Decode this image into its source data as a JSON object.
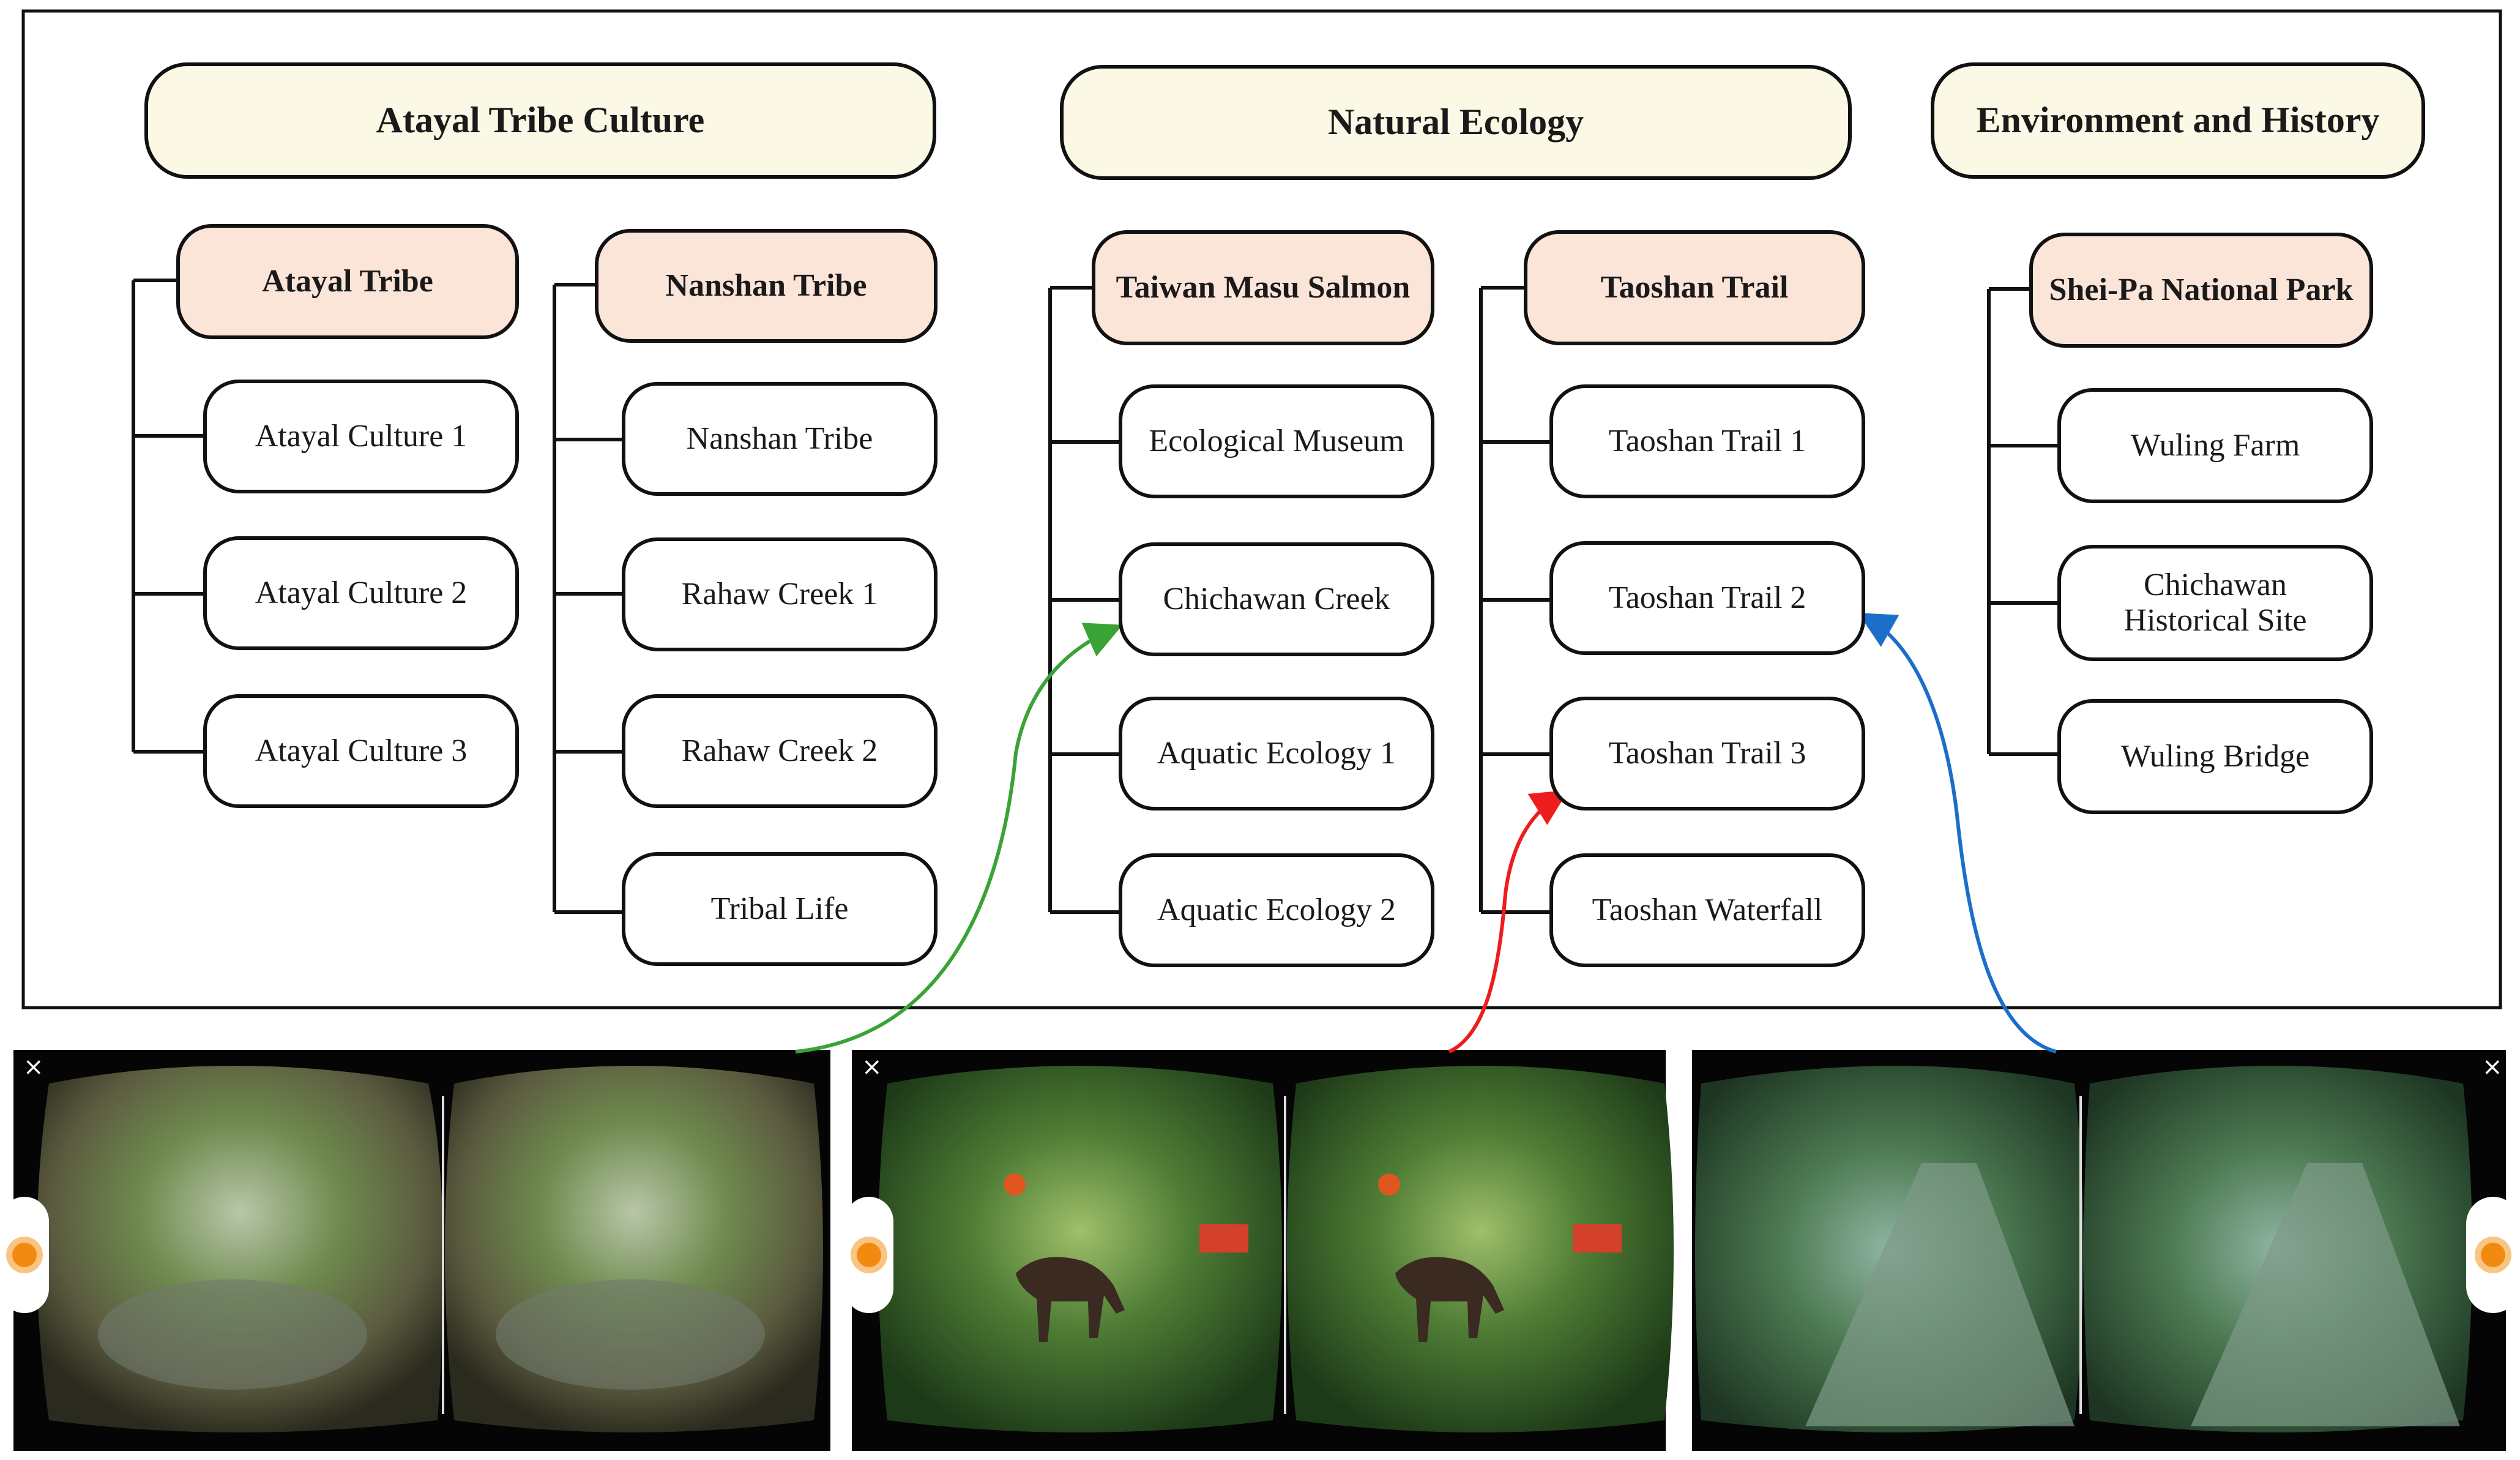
{
  "categories": {
    "atayal": "Atayal Tribe Culture",
    "ecology": "Natural Ecology",
    "history": "Environment and History"
  },
  "groups": {
    "atayal_tribe": {
      "title": "Atayal Tribe",
      "items": [
        "Atayal Culture 1",
        "Atayal Culture 2",
        "Atayal Culture 3"
      ]
    },
    "nanshan_tribe": {
      "title": "Nanshan Tribe",
      "items": [
        "Nanshan Tribe",
        "Rahaw Creek 1",
        "Rahaw Creek 2",
        "Tribal Life"
      ]
    },
    "salmon": {
      "title": "Taiwan Masu Salmon",
      "items": [
        "Ecological Museum",
        "Chichawan Creek",
        "Aquatic Ecology 1",
        "Aquatic Ecology 2"
      ]
    },
    "taoshan": {
      "title": "Taoshan Trail",
      "items": [
        "Taoshan Trail 1",
        "Taoshan Trail 2",
        "Taoshan Trail 3",
        "Taoshan Waterfall"
      ]
    },
    "sheipa": {
      "title": "Shei-Pa National Park",
      "items": [
        "Wuling Farm",
        "Chichawan\nHistorical Site",
        "Wuling Bridge"
      ]
    }
  },
  "vr_views": {
    "close_glyph": "×",
    "scene_1": "Chichawan Creek",
    "scene_2": "Taoshan Trail 3",
    "scene_3": "Taoshan Trail 2"
  },
  "colors": {
    "green_arrow": "#3aa335",
    "red_arrow": "#ee1c1c",
    "blue_arrow": "#1b6fc8",
    "category_fill": "#fbf8e6",
    "group_fill": "#fbe4d8"
  }
}
